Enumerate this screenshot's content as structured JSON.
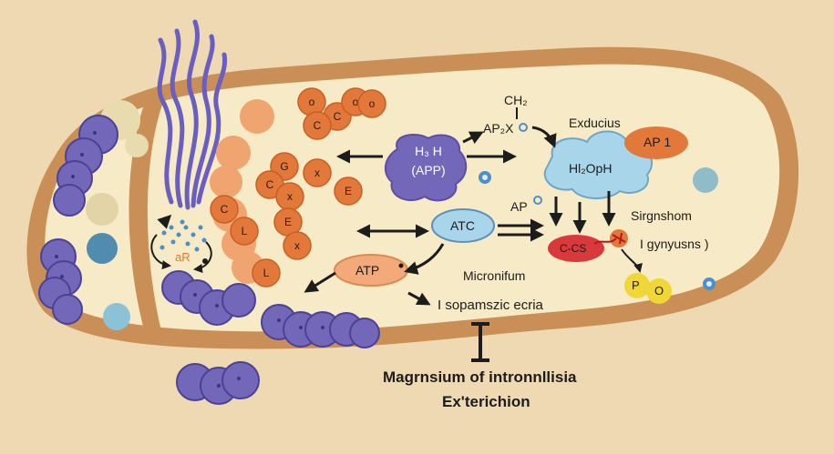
{
  "colors": {
    "background": "#eed9b2",
    "membrane": "#c98f57",
    "cytoplasm": "#f6ebc6",
    "purple": "#7267b8",
    "orange": "#e2783a",
    "light_blue": "#a9d5ea",
    "red": "#d9393a",
    "yellow": "#f0d637",
    "dark": "#1c1c1c"
  },
  "granules": [
    "o",
    "C",
    "o",
    "o",
    "C",
    "G",
    "x",
    "C",
    "x",
    "E",
    "C",
    "E",
    "L",
    "x",
    "L"
  ],
  "labels": {
    "app_complex": "H₃ H",
    "app_complex_sub": "(APP)",
    "ch2": "CH₂",
    "ap2x": "AP₂X",
    "exducius": "Exducius",
    "ap1": "AP 1",
    "h2oph": "Hl₂OpH",
    "ap": "AP",
    "atc": "ATC",
    "ccs": "C-CS",
    "signshom": "Sirgnshom",
    "gnynusns": "I gynyusns )",
    "ar": "aR",
    "atp": "ATP",
    "micronifum": "Micronifum",
    "sopamszic": "I sopamszic ecria",
    "p": "P",
    "o": "O",
    "caption_line1": "Magrnsium of intronnllisia",
    "caption_line2": "Ex'terichion"
  }
}
